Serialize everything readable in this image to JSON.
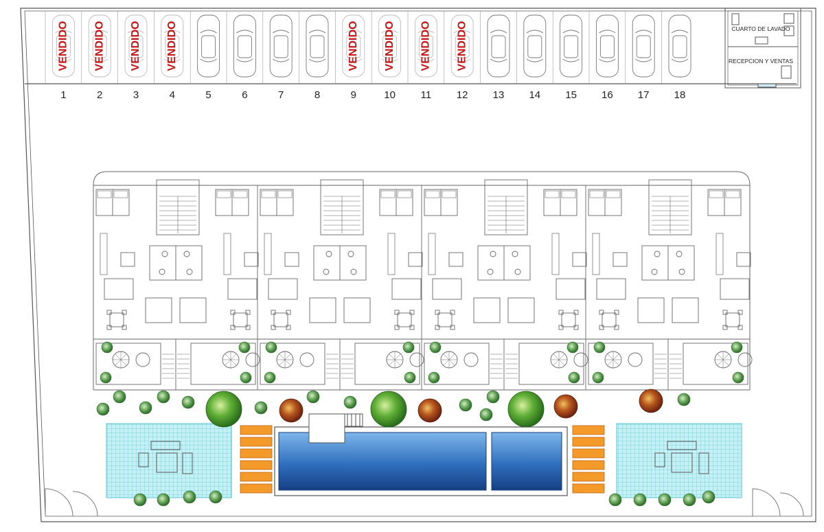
{
  "parking": {
    "sold_label": "VENDIDO",
    "spots": [
      {
        "number": "1",
        "sold": true
      },
      {
        "number": "2",
        "sold": true
      },
      {
        "number": "3",
        "sold": true
      },
      {
        "number": "4",
        "sold": true
      },
      {
        "number": "5",
        "sold": false
      },
      {
        "number": "6",
        "sold": false
      },
      {
        "number": "7",
        "sold": false
      },
      {
        "number": "8",
        "sold": false
      },
      {
        "number": "9",
        "sold": true
      },
      {
        "number": "10",
        "sold": true
      },
      {
        "number": "11",
        "sold": true
      },
      {
        "number": "12",
        "sold": true
      },
      {
        "number": "13",
        "sold": false
      },
      {
        "number": "14",
        "sold": false
      },
      {
        "number": "15",
        "sold": false
      },
      {
        "number": "16",
        "sold": false
      },
      {
        "number": "17",
        "sold": false
      },
      {
        "number": "18",
        "sold": false
      }
    ]
  },
  "rooms": {
    "laundry": "CUARTO DE LAVADO",
    "reception": "RECEPCION Y VENTAS"
  },
  "colors": {
    "sold_text": "#c41616",
    "line": "#555555",
    "pool_deep": "#1c4f96",
    "pool_light": "#7eb6ea",
    "lawn": "#8fdbe2",
    "deck": "#f39a2a",
    "tree_green": "#3c9a2e",
    "tree_brown": "#a0431c"
  }
}
